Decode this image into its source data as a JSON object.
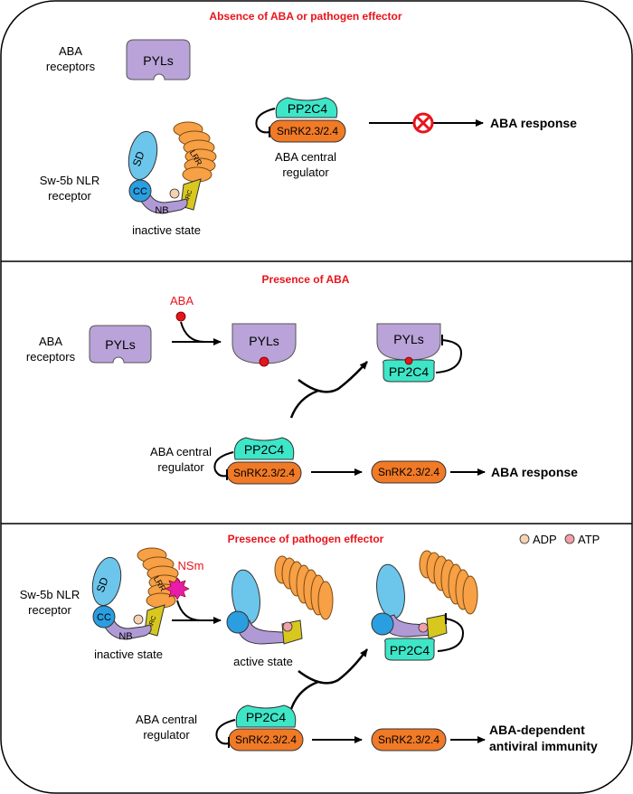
{
  "panels": [
    {
      "title": "Absence of ABA or pathogen effector",
      "aba_receptors_label": [
        "ABA",
        "receptors"
      ],
      "pyls": "PYLs",
      "nlr_label": [
        "Sw-5b NLR",
        "receptor"
      ],
      "nlr_domains": {
        "sd": "SD",
        "cc": "CC",
        "nb": "NB",
        "arc": "ARC",
        "lrr": "LRR"
      },
      "nlr_state": "inactive state",
      "pp2c4": "PP2C4",
      "snrk": "SnRK2.3/2.4",
      "regulator_label": [
        "ABA central",
        "regulator"
      ],
      "response": "ABA response"
    },
    {
      "title": "Presence of ABA",
      "aba_receptors_label": [
        "ABA",
        "receptors"
      ],
      "pyls": "PYLs",
      "aba": "ABA",
      "pyls_bound": "PYLs",
      "complex_pyls": "PYLs",
      "complex_pp2c4": "PP2C4",
      "regulator_label": [
        "ABA central",
        "regulator"
      ],
      "pp2c4": "PP2C4",
      "snrk": "SnRK2.3/2.4",
      "snrk_free": "SnRK2.3/2.4",
      "response": "ABA response"
    },
    {
      "title": "Presence of pathogen effector",
      "legend": {
        "adp": "ADP",
        "atp": "ATP"
      },
      "nlr_label": [
        "Sw-5b NLR",
        "receptor"
      ],
      "nlr_domains": {
        "sd": "SD",
        "cc": "CC",
        "nb": "NB",
        "arc": "ARC",
        "lrr": "LRR"
      },
      "effector": "NSm",
      "inactive_state": "inactive state",
      "active_state": "active state",
      "complex_pp2c4": "PP2C4",
      "regulator_label": [
        "ABA central",
        "regulator"
      ],
      "pp2c4": "PP2C4",
      "snrk": "SnRK2.3/2.4",
      "snrk_free": "SnRK2.3/2.4",
      "response": [
        "ABA-dependent",
        "antiviral immunity"
      ]
    }
  ],
  "colors": {
    "pyls_fill": "#b9a3d8",
    "pp2c4_fill": "#3ee6c8",
    "snrk_fill": "#f07a26",
    "sd_fill": "#6cc6ec",
    "cc_fill": "#2a9ee0",
    "lrr_fill": "#f7a046",
    "arc_fill": "#d8c81e",
    "nb_fill": "#b09ad6",
    "aba_dot": "#e8141b",
    "adp": "#f6d2b0",
    "atp": "#f0a0a8",
    "effector": "#e81ca8",
    "title_red": "#e8141b"
  }
}
